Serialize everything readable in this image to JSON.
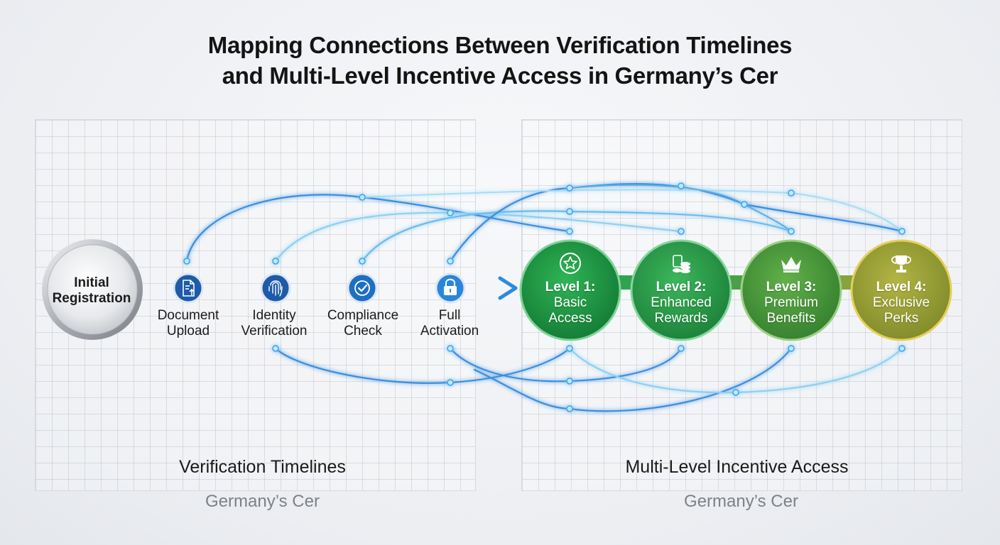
{
  "title": {
    "line1": "Mapping Connections Between Verification Timelines",
    "line2": "and Multi-Level Incentive Access in Germany’s Cer"
  },
  "left_panel": {
    "title": "Verification Timelines",
    "subtitle": "Germany’s Cer"
  },
  "right_panel": {
    "title": "Multi-Level Incentive Access",
    "subtitle": "Germany’s Cer"
  },
  "start_node": {
    "line1": "Initial",
    "line2": "Registration"
  },
  "steps": [
    {
      "line1": "Document",
      "line2": "Upload",
      "icon": "document-upload-icon"
    },
    {
      "line1": "Identity",
      "line2": "Verification",
      "icon": "fingerprint-icon"
    },
    {
      "line1": "Compliance",
      "line2": "Check",
      "icon": "checkmark-icon"
    },
    {
      "line1": "Full",
      "line2": "Activation",
      "icon": "lock-icon"
    }
  ],
  "levels": [
    {
      "level": "Level 1:",
      "line1": "Basic",
      "line2": "Access",
      "icon": "star-icon",
      "color": "#1f9a43"
    },
    {
      "level": "Level 2:",
      "line1": "Enhanced",
      "line2": "Rewards",
      "icon": "coins-icon",
      "color": "#2a9b47"
    },
    {
      "level": "Level 3:",
      "line1": "Premium",
      "line2": "Benefits",
      "icon": "crown-icon",
      "color": "#4e9b3a"
    },
    {
      "level": "Level 4:",
      "line1": "Exclusive",
      "line2": "Perks",
      "icon": "trophy-icon",
      "color": "#a3a33a"
    }
  ],
  "colors": {
    "timeline": "#1e5aa8",
    "connector": "#3a8fe0",
    "connector_light": "#8fd0f2",
    "arrow": "#2a8be0"
  }
}
